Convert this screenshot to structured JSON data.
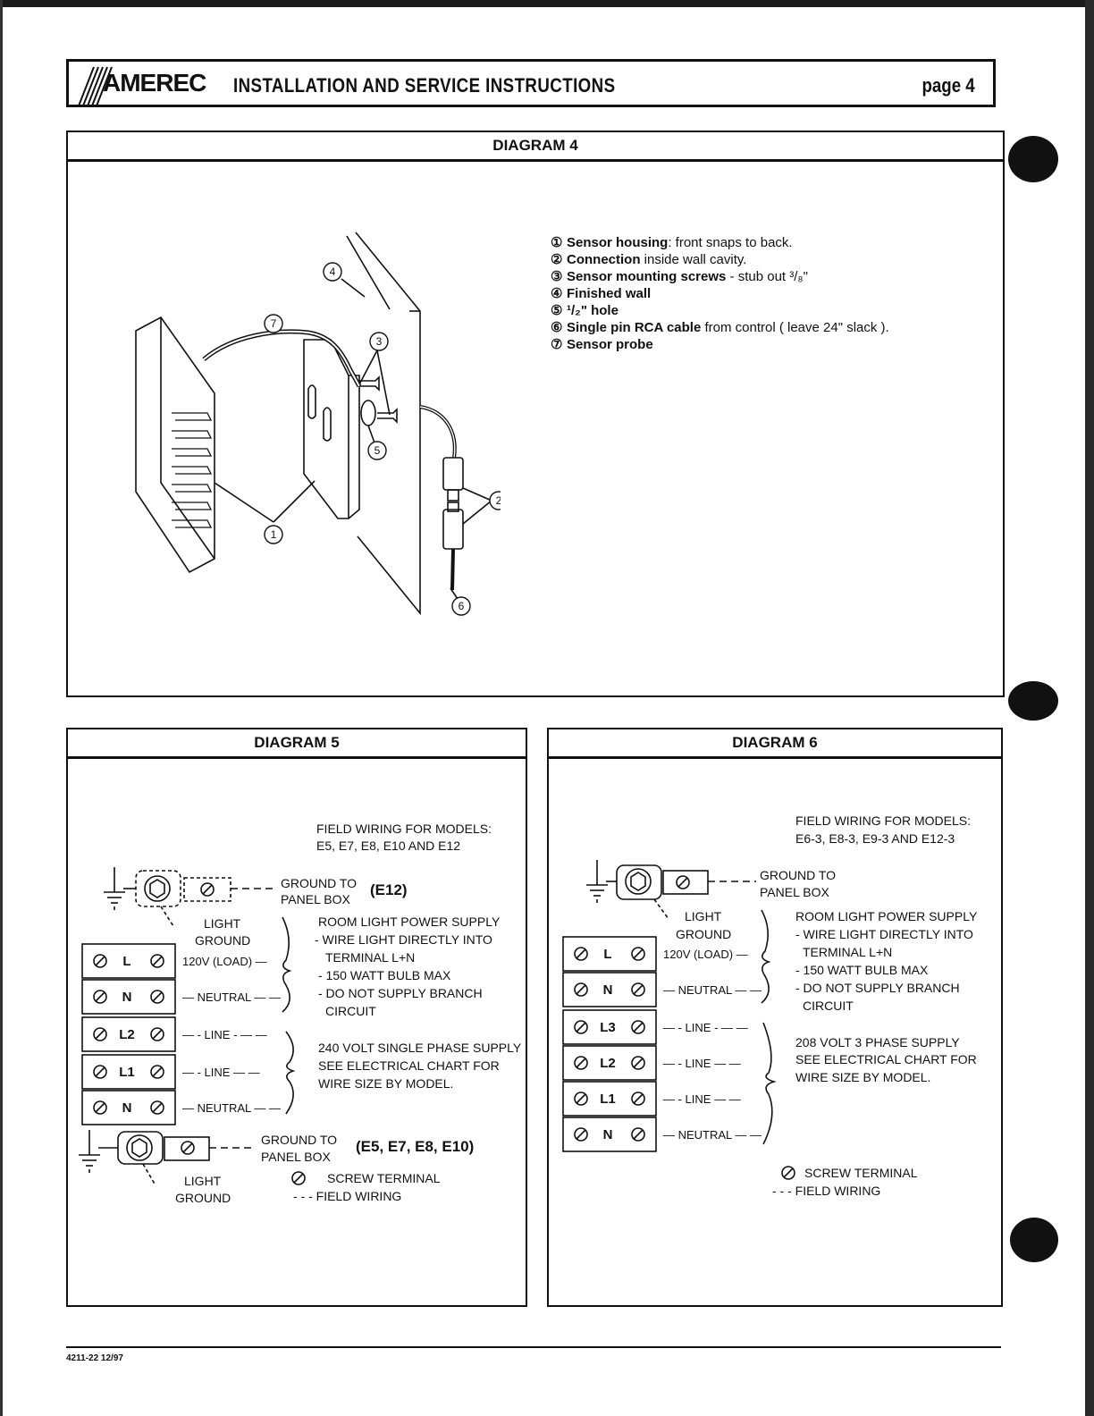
{
  "header": {
    "logo": "AMEREC",
    "title": "INSTALLATION AND SERVICE INSTRUCTIONS",
    "page": "page 4"
  },
  "diagram4": {
    "title": "DIAGRAM 4",
    "callouts": [
      "1",
      "2",
      "3",
      "4",
      "5",
      "6",
      "7"
    ],
    "legend": [
      {
        "num": "①",
        "bold": "Sensor housing",
        "rest": ": front snaps to back."
      },
      {
        "num": "②",
        "bold": "Connection",
        "rest": " inside wall cavity."
      },
      {
        "num": "③",
        "bold": "Sensor mounting screws",
        "rest": " - stub out ³/₈\""
      },
      {
        "num": "④",
        "bold": "Finished wall",
        "rest": ""
      },
      {
        "num": "⑤",
        "bold": "¹/₂\" hole",
        "rest": ""
      },
      {
        "num": "⑥",
        "bold": "Single pin RCA cable",
        "rest": " from control ( leave 24\" slack )."
      },
      {
        "num": "⑦",
        "bold": "Sensor probe",
        "rest": ""
      }
    ]
  },
  "diagram5": {
    "title": "DIAGRAM 5",
    "field_wiring_line1": "FIELD WIRING FOR MODELS:",
    "field_wiring_line2": "E5, E7, E8, E10 AND E12",
    "ground_to": "GROUND TO",
    "panel_box": "PANEL BOX",
    "e12": "(E12)",
    "light": "LIGHT",
    "ground": "GROUND",
    "room_light": [
      "ROOM LIGHT POWER SUPPLY",
      "- WIRE LIGHT DIRECTLY INTO",
      "TERMINAL L+N",
      "- 150 WATT BULB MAX",
      "- DO NOT SUPPLY BRANCH",
      "CIRCUIT"
    ],
    "terminals": [
      {
        "label": "L",
        "wire": "120V (LOAD) —"
      },
      {
        "label": "N",
        "wire": "— NEUTRAL — —"
      },
      {
        "label": "L2",
        "wire": "— - LINE - — —"
      },
      {
        "label": "L1",
        "wire": "— - LINE — —"
      },
      {
        "label": "N",
        "wire": "— NEUTRAL — —"
      }
    ],
    "supply": [
      "240 VOLT SINGLE PHASE SUPPLY",
      "SEE ELECTRICAL CHART FOR",
      "WIRE SIZE BY MODEL."
    ],
    "ground_to2": "GROUND TO",
    "panel_box2": "PANEL BOX",
    "models2": "(E5, E7, E8, E10)",
    "light2": "LIGHT",
    "ground2": "GROUND",
    "screw_terminal": "SCREW TERMINAL",
    "field_wiring": "- - - FIELD WIRING"
  },
  "diagram6": {
    "title": "DIAGRAM 6",
    "field_wiring_line1": "FIELD WIRING FOR MODELS:",
    "field_wiring_line2": "E6-3, E8-3, E9-3 AND E12-3",
    "ground_to": "GROUND TO",
    "panel_box": "PANEL BOX",
    "light": "LIGHT",
    "ground": "GROUND",
    "room_light": [
      "ROOM LIGHT POWER SUPPLY",
      "- WIRE LIGHT DIRECTLY INTO",
      "TERMINAL L+N",
      "- 150 WATT BULB MAX",
      "- DO NOT SUPPLY BRANCH",
      "CIRCUIT"
    ],
    "terminals": [
      {
        "label": "L",
        "wire": "120V (LOAD) —"
      },
      {
        "label": "N",
        "wire": "— NEUTRAL — —"
      },
      {
        "label": "L3",
        "wire": "— - LINE - — —"
      },
      {
        "label": "L2",
        "wire": "— - LINE — —"
      },
      {
        "label": "L1",
        "wire": "— - LINE — —"
      },
      {
        "label": "N",
        "wire": "— NEUTRAL — —"
      }
    ],
    "supply": [
      "208 VOLT 3 PHASE SUPPLY",
      "SEE ELECTRICAL CHART FOR",
      "WIRE SIZE BY MODEL."
    ],
    "screw_terminal": "SCREW TERMINAL",
    "field_wiring": "- - - FIELD WIRING"
  },
  "footer": {
    "code": "4211-22 12/97"
  }
}
